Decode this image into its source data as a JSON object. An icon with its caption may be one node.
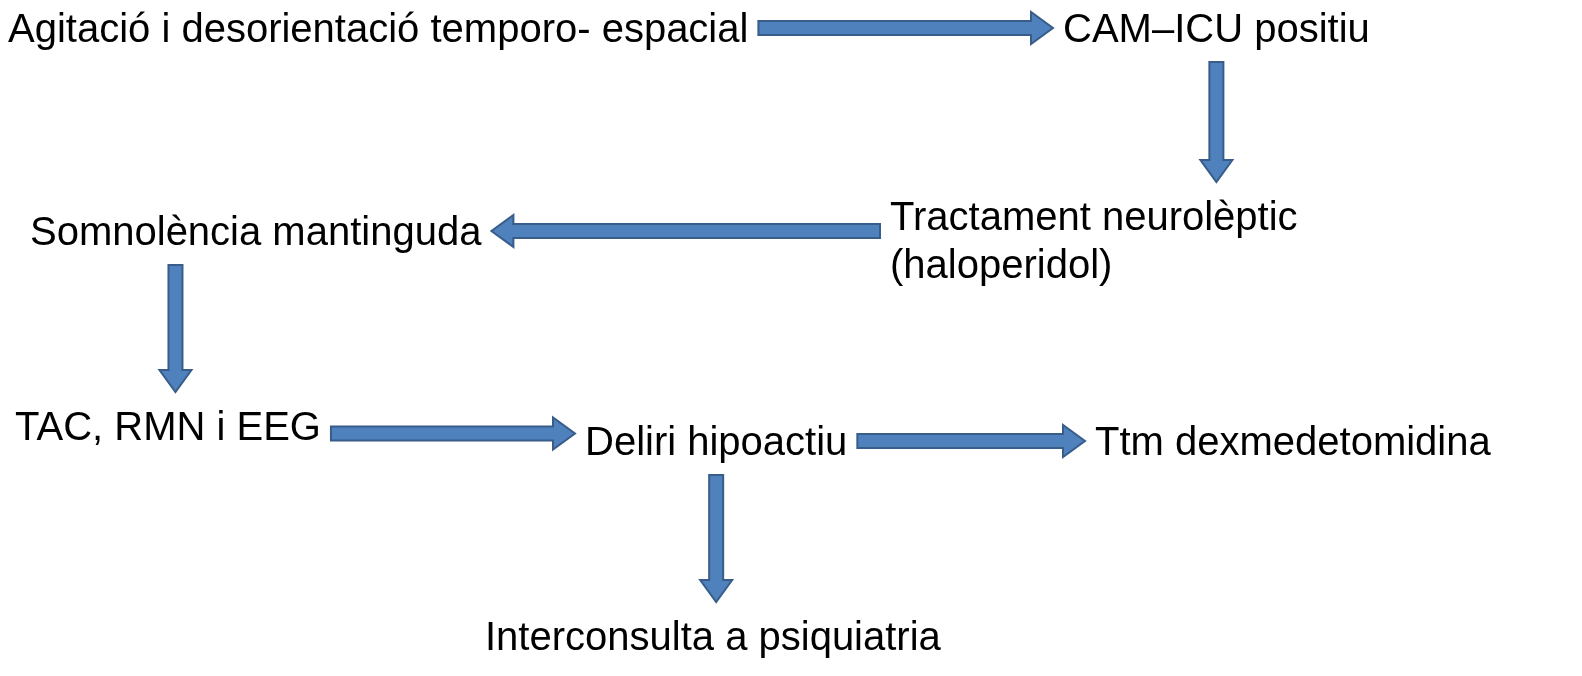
{
  "diagram": {
    "nodes": [
      {
        "text": [
          "Agitació i desorientació temporo- espacial"
        ]
      },
      {
        "text": [
          "CAM–ICU positiu"
        ]
      },
      {
        "text": [
          "Tractament neurolèptic (haloperidol)"
        ]
      },
      {
        "text": [
          "Somnolència mantinguda"
        ]
      },
      {
        "text": [
          "TAC, RMN i EEG"
        ]
      },
      {
        "text": [
          "Deliri hipoactiu"
        ]
      },
      {
        "text": [
          "Ttm dexmedetomidina"
        ]
      },
      {
        "text": [
          "Interconsulta a psiquiatria"
        ]
      }
    ],
    "edges": [
      {
        "from": 0,
        "to": 1,
        "arrow": "to"
      },
      {
        "from": 1,
        "to": 2,
        "arrow": "to"
      },
      {
        "from": 2,
        "to": 3,
        "arrow": "to"
      },
      {
        "from": 3,
        "to": 4,
        "arrow": "to"
      },
      {
        "from": 4,
        "to": 5,
        "arrow": "to"
      },
      {
        "from": 5,
        "to": 6,
        "arrow": "to"
      },
      {
        "from": 5,
        "to": 7,
        "arrow": "to"
      }
    ]
  }
}
